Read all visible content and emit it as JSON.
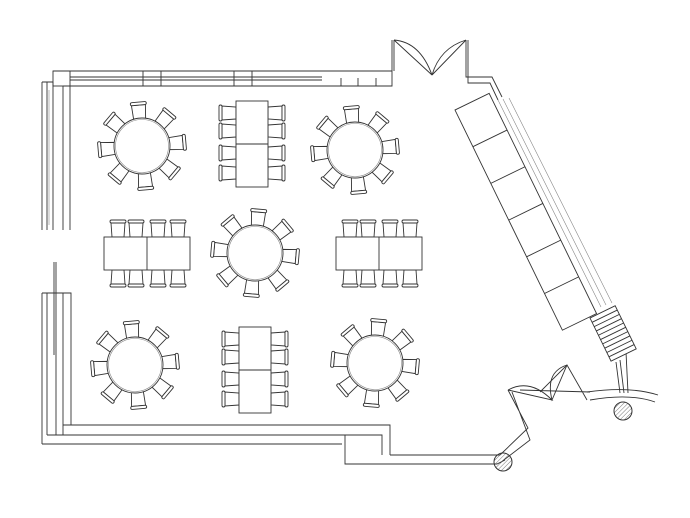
{
  "plan": {
    "line_color": "#333333",
    "round_table_seats": 8,
    "banquet_table_seats": 8,
    "round_table_count": 5,
    "banquet_table_count": 4,
    "buffet_segments": 6
  }
}
